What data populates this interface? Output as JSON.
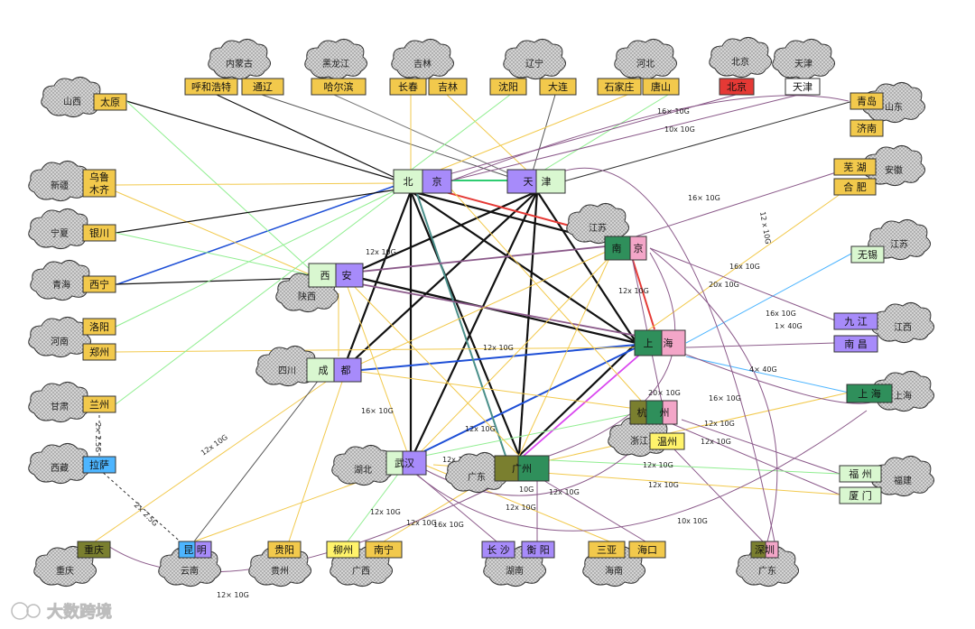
{
  "colors": {
    "gold": "#f2c94c",
    "red": "#e53935",
    "green_light": "#d9f7d0",
    "purple": "#a78bfa",
    "pink": "#f3a6c8",
    "dark_olive": "#7a7f2f",
    "teal_green": "#2f8f5b",
    "blue": "#4db5ff",
    "yellow": "#fff36b",
    "cloud_fill": "#d9d9d9"
  },
  "clouds": [
    {
      "id": "inner-mongolia",
      "label": "内蒙古"
    },
    {
      "id": "heilongjiang",
      "label": "黑龙江"
    },
    {
      "id": "jilin",
      "label": "吉林"
    },
    {
      "id": "liaoning",
      "label": "辽宁"
    },
    {
      "id": "hebei",
      "label": "河北"
    },
    {
      "id": "beijing",
      "label": "北京"
    },
    {
      "id": "tianjin",
      "label": "天津"
    },
    {
      "id": "shanxi",
      "label": "山西"
    },
    {
      "id": "shandong",
      "label": "山东"
    },
    {
      "id": "xinjiang",
      "label": "新疆"
    },
    {
      "id": "ningxia",
      "label": "宁夏"
    },
    {
      "id": "qinghai",
      "label": "青海"
    },
    {
      "id": "henan",
      "label": "河南"
    },
    {
      "id": "gansu",
      "label": "甘肃"
    },
    {
      "id": "tibet",
      "label": "西藏"
    },
    {
      "id": "shaanxi",
      "label": "陕西"
    },
    {
      "id": "sichuan",
      "label": "四川"
    },
    {
      "id": "hubei",
      "label": "湖北"
    },
    {
      "id": "guangdong-center",
      "label": "广东"
    },
    {
      "id": "jiangsu-center",
      "label": "江苏"
    },
    {
      "id": "zhejiang",
      "label": "浙江"
    },
    {
      "id": "anhui",
      "label": "安徽"
    },
    {
      "id": "jiangsu-right",
      "label": "江苏"
    },
    {
      "id": "jiangxi",
      "label": "江西"
    },
    {
      "id": "shanghai-right",
      "label": "上海"
    },
    {
      "id": "fujian",
      "label": "福建"
    },
    {
      "id": "chongqing",
      "label": "重庆"
    },
    {
      "id": "yunnan",
      "label": "云南"
    },
    {
      "id": "guizhou",
      "label": "贵州"
    },
    {
      "id": "guangxi",
      "label": "广西"
    },
    {
      "id": "hunan",
      "label": "湖南"
    },
    {
      "id": "hainan",
      "label": "海南"
    },
    {
      "id": "guangdong-right",
      "label": "广东"
    }
  ],
  "edge_labels": [
    "16× 10G",
    "10x 10G",
    "16× 10G",
    "12x 10G",
    "12x 10G",
    "12 x 10G",
    "16x 10G",
    "20x 10G",
    "16x 10G",
    "1× 40G",
    "4× 40G",
    "16× 10G",
    "12x 10G",
    "12x 10G",
    "12x 10G",
    "12x 10G",
    "10x 10G",
    "12x 10G",
    "12x 10G",
    "12x 10G",
    "16× 10G",
    "12x 10G",
    "12x 10G",
    "16x 10G",
    "12x 10G",
    "12x 10G",
    "20× 10G",
    "10G",
    "2× 2.5G",
    "2× 2.5G",
    "12x 10G",
    "12× 10G"
  ],
  "watermark": "大数跨境"
}
